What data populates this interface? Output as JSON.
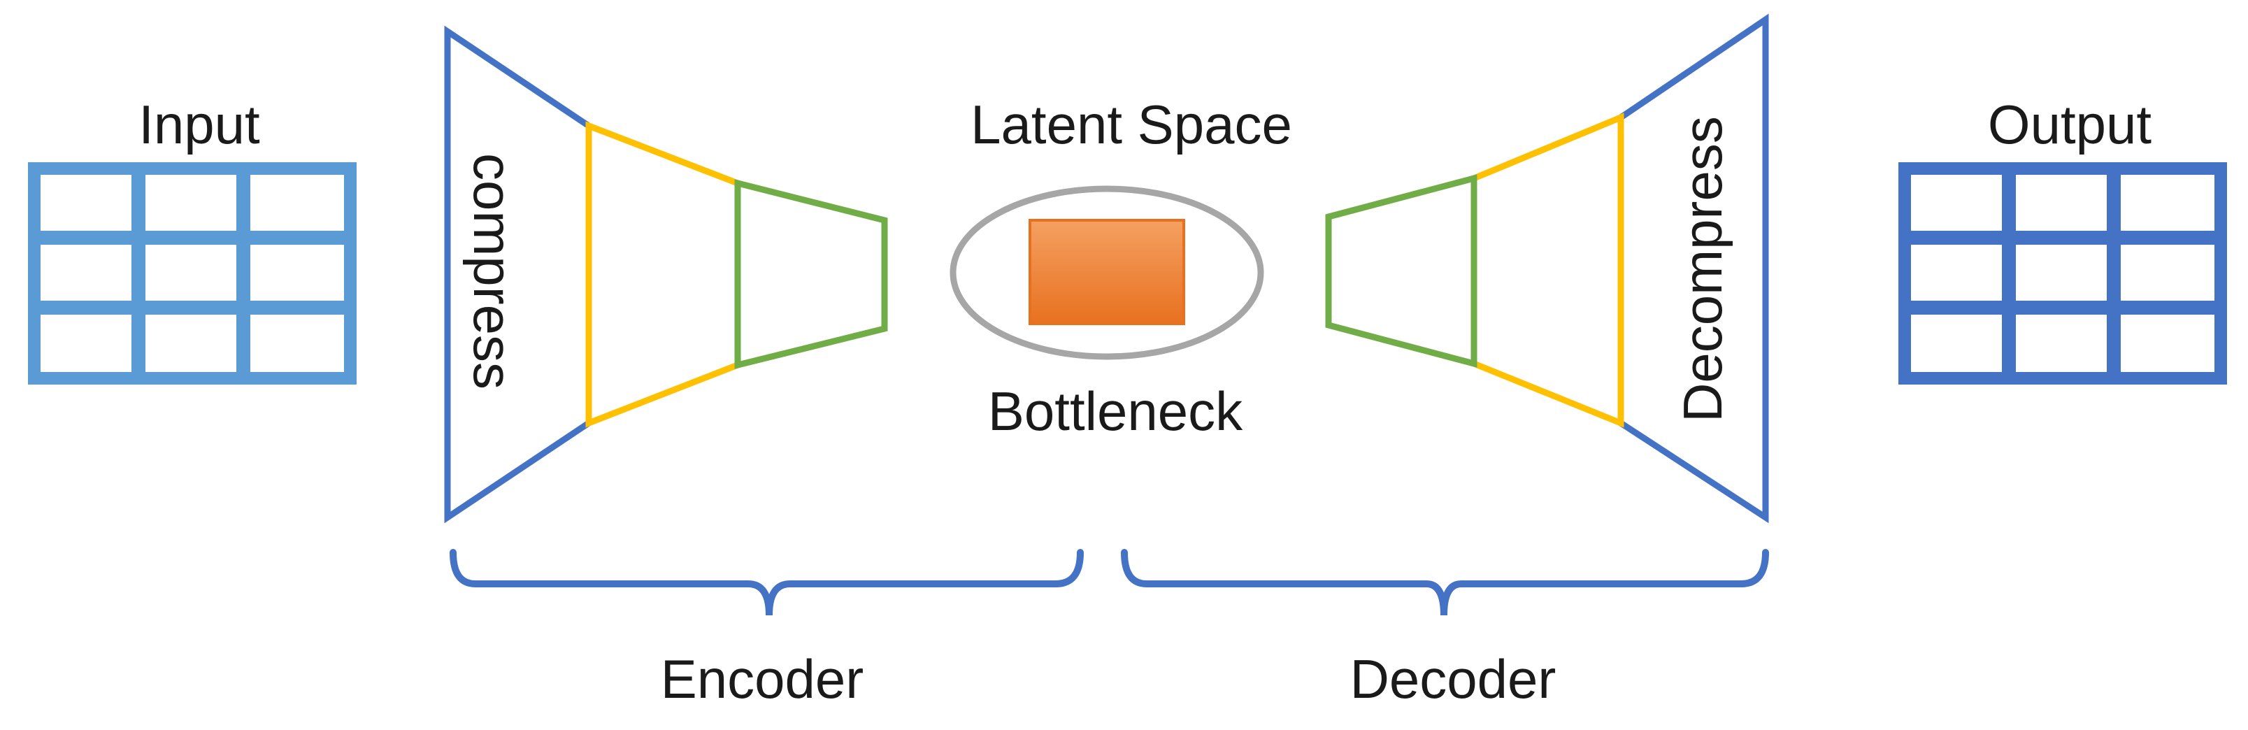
{
  "labels": {
    "input": "Input",
    "output": "Output",
    "latent_space": "Latent Space",
    "bottleneck": "Bottleneck",
    "compress": "compress",
    "decompress": "Decompress",
    "encoder": "Encoder",
    "decoder": "Decoder"
  },
  "colors": {
    "input_grid": "#5B9BD5",
    "output_grid": "#4472C4",
    "outer_stage": "#4472C4",
    "middle_stage": "#FFC000",
    "inner_stage": "#70AD47",
    "bottleneck_ring": "#A6A6A6",
    "latent_block": "#ED7D31",
    "brace": "#4472C4"
  },
  "grid": {
    "rows": 3,
    "cols": 3
  }
}
